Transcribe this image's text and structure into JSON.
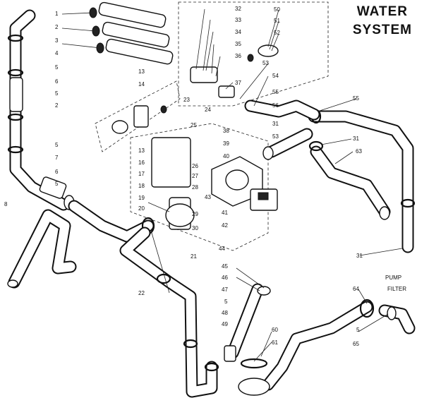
{
  "title": {
    "line1": "WATER",
    "line2": "SYSTEM"
  },
  "callouts": [
    {
      "id": "c1",
      "text": "1"
    },
    {
      "id": "c2",
      "text": "2"
    },
    {
      "id": "c3",
      "text": "3"
    },
    {
      "id": "c4",
      "text": "4"
    },
    {
      "id": "c5a",
      "text": "5"
    },
    {
      "id": "c6a",
      "text": "6"
    },
    {
      "id": "c5b",
      "text": "5"
    },
    {
      "id": "c2b",
      "text": "2"
    },
    {
      "id": "c5c",
      "text": "5"
    },
    {
      "id": "c7",
      "text": "7"
    },
    {
      "id": "c6b",
      "text": "6"
    },
    {
      "id": "c5d",
      "text": "5"
    },
    {
      "id": "c8",
      "text": "8"
    },
    {
      "id": "c13a",
      "text": "13"
    },
    {
      "id": "c14",
      "text": "14"
    },
    {
      "id": "c32",
      "text": "32"
    },
    {
      "id": "c33",
      "text": "33"
    },
    {
      "id": "c34",
      "text": "34"
    },
    {
      "id": "c35",
      "text": "35"
    },
    {
      "id": "c36",
      "text": "36"
    },
    {
      "id": "c37",
      "text": "37"
    },
    {
      "id": "c23",
      "text": "23"
    },
    {
      "id": "c24",
      "text": "24"
    },
    {
      "id": "c50",
      "text": "50"
    },
    {
      "id": "c51",
      "text": "51"
    },
    {
      "id": "c52",
      "text": "52"
    },
    {
      "id": "c53a",
      "text": "53"
    },
    {
      "id": "c54",
      "text": "54"
    },
    {
      "id": "c55a",
      "text": "55"
    },
    {
      "id": "c56",
      "text": "56"
    },
    {
      "id": "c55b",
      "text": "55"
    },
    {
      "id": "c31a",
      "text": "31"
    },
    {
      "id": "c53b",
      "text": "53"
    },
    {
      "id": "c31b",
      "text": "31"
    },
    {
      "id": "c63",
      "text": "63"
    },
    {
      "id": "c25",
      "text": "25"
    },
    {
      "id": "c38",
      "text": "38"
    },
    {
      "id": "c39",
      "text": "39"
    },
    {
      "id": "c40",
      "text": "40"
    },
    {
      "id": "c13b",
      "text": "13"
    },
    {
      "id": "c16",
      "text": "16"
    },
    {
      "id": "c17",
      "text": "17"
    },
    {
      "id": "c18",
      "text": "18"
    },
    {
      "id": "c19",
      "text": "19"
    },
    {
      "id": "c20",
      "text": "20"
    },
    {
      "id": "c26",
      "text": "26"
    },
    {
      "id": "c27",
      "text": "27"
    },
    {
      "id": "c28",
      "text": "28"
    },
    {
      "id": "c43",
      "text": "43"
    },
    {
      "id": "c29",
      "text": "29"
    },
    {
      "id": "c41",
      "text": "41"
    },
    {
      "id": "c42",
      "text": "42"
    },
    {
      "id": "c30",
      "text": "30"
    },
    {
      "id": "c44",
      "text": "44"
    },
    {
      "id": "c21",
      "text": "21"
    },
    {
      "id": "c31c",
      "text": "31"
    },
    {
      "id": "c45",
      "text": "45"
    },
    {
      "id": "c46",
      "text": "46"
    },
    {
      "id": "c47",
      "text": "47"
    },
    {
      "id": "c22",
      "text": "22"
    },
    {
      "id": "c5e",
      "text": "5"
    },
    {
      "id": "c48",
      "text": "48"
    },
    {
      "id": "c49",
      "text": "49"
    },
    {
      "id": "c60",
      "text": "60"
    },
    {
      "id": "c61",
      "text": "61"
    },
    {
      "id": "c64",
      "text": "64"
    },
    {
      "id": "c5f",
      "text": "5"
    },
    {
      "id": "c65",
      "text": "65"
    },
    {
      "id": "cpump",
      "text": "PUMP"
    },
    {
      "id": "cfilter",
      "text": "FILTER"
    }
  ]
}
